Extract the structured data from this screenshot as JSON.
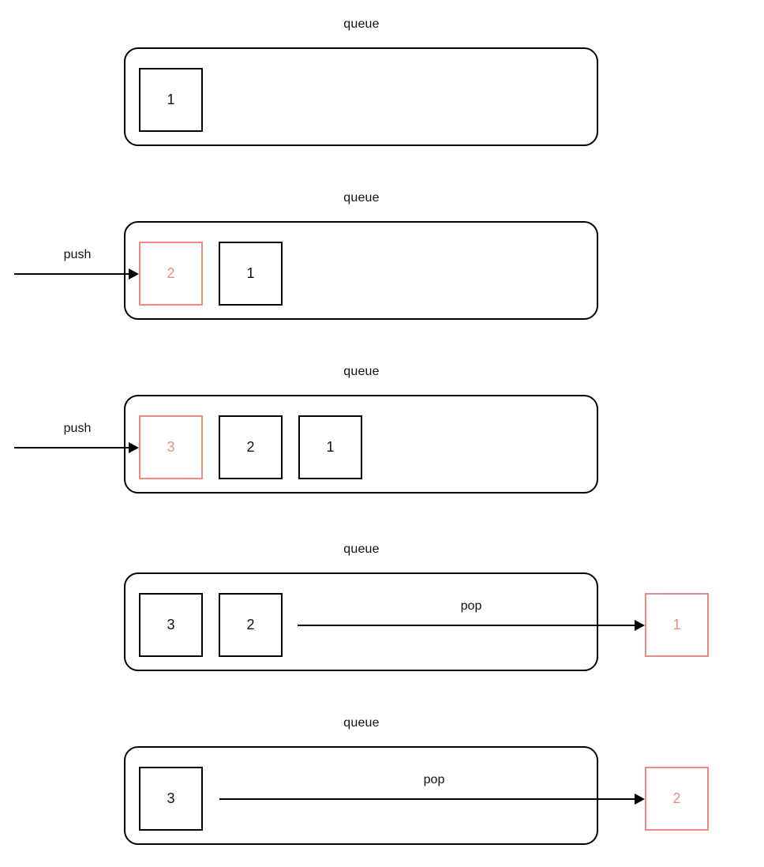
{
  "diagram": {
    "title_label": "queue",
    "accent_color": "#ee8a84",
    "line_color": "#000000",
    "background": "#ffffff",
    "panels": [
      {
        "id": "panel-1",
        "label": "queue",
        "cells": [
          {
            "value": "1",
            "highlight": false
          }
        ],
        "operation": null,
        "operation_label": null,
        "result_cell": null
      },
      {
        "id": "panel-2",
        "label": "queue",
        "cells": [
          {
            "value": "2",
            "highlight": true
          },
          {
            "value": "1",
            "highlight": false
          }
        ],
        "operation": "push",
        "operation_label": "push",
        "result_cell": null
      },
      {
        "id": "panel-3",
        "label": "queue",
        "cells": [
          {
            "value": "3",
            "highlight": true
          },
          {
            "value": "2",
            "highlight": false
          },
          {
            "value": "1",
            "highlight": false
          }
        ],
        "operation": "push",
        "operation_label": "push",
        "result_cell": null
      },
      {
        "id": "panel-4",
        "label": "queue",
        "cells": [
          {
            "value": "3",
            "highlight": false
          },
          {
            "value": "2",
            "highlight": false
          }
        ],
        "operation": "pop",
        "operation_label": "pop",
        "result_cell": {
          "value": "1",
          "highlight": true
        }
      },
      {
        "id": "panel-5",
        "label": "queue",
        "cells": [
          {
            "value": "3",
            "highlight": false
          }
        ],
        "operation": "pop",
        "operation_label": "pop",
        "result_cell": {
          "value": "2",
          "highlight": true
        }
      }
    ]
  }
}
